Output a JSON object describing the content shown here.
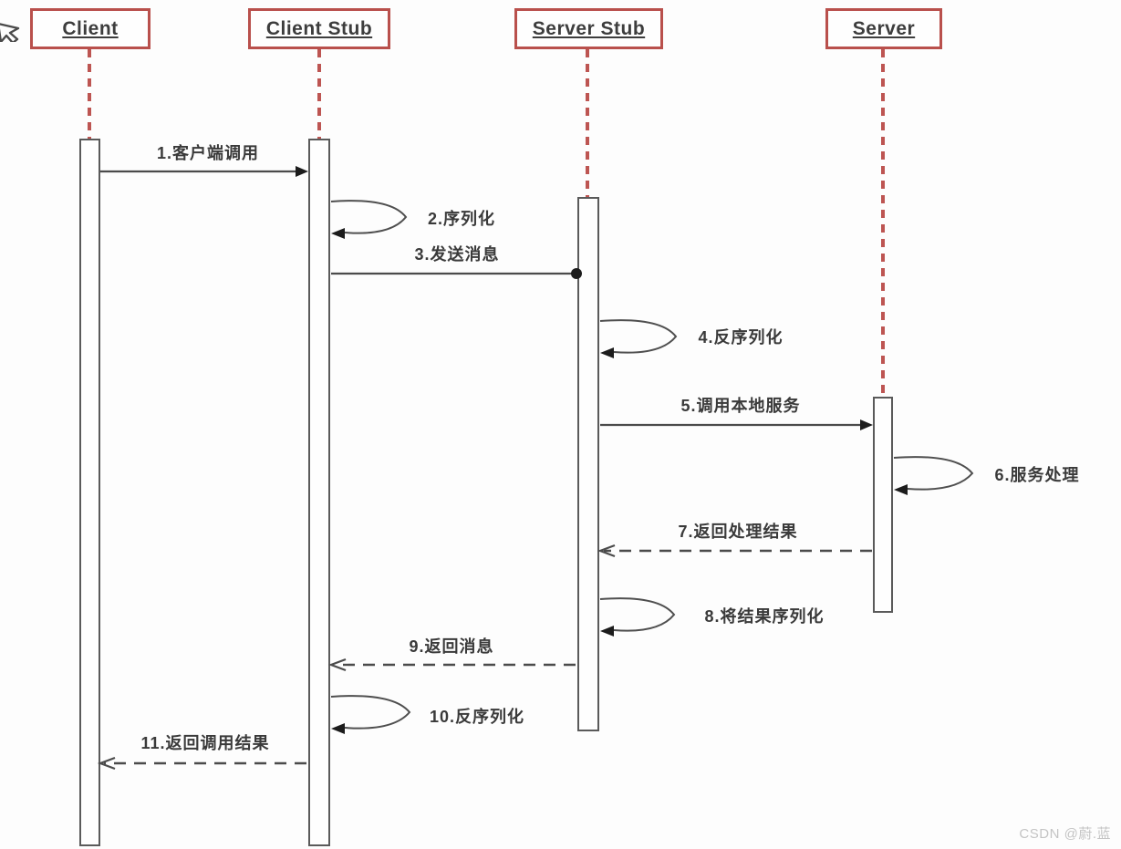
{
  "diagram": {
    "actors": [
      {
        "id": "client",
        "label": "Client"
      },
      {
        "id": "client-stub",
        "label": "Client Stub"
      },
      {
        "id": "server-stub",
        "label": "Server Stub"
      },
      {
        "id": "server",
        "label": "Server"
      }
    ],
    "messages": [
      {
        "num": 1,
        "text": "1.客户端调用",
        "type": "solid-call",
        "from": "Client",
        "to": "Client Stub"
      },
      {
        "num": 2,
        "text": "2.序列化",
        "type": "self-loop",
        "from": "Client Stub",
        "to": "Client Stub"
      },
      {
        "num": 3,
        "text": "3.发送消息",
        "type": "solid-call",
        "from": "Client Stub",
        "to": "Server Stub"
      },
      {
        "num": 4,
        "text": "4.反序列化",
        "type": "self-loop",
        "from": "Server Stub",
        "to": "Server Stub"
      },
      {
        "num": 5,
        "text": "5.调用本地服务",
        "type": "solid-call",
        "from": "Server Stub",
        "to": "Server"
      },
      {
        "num": 6,
        "text": "6.服务处理",
        "type": "self-loop",
        "from": "Server",
        "to": "Server"
      },
      {
        "num": 7,
        "text": "7.返回处理结果",
        "type": "dashed-return",
        "from": "Server",
        "to": "Server Stub"
      },
      {
        "num": 8,
        "text": "8.将结果序列化",
        "type": "self-loop",
        "from": "Server Stub",
        "to": "Server Stub"
      },
      {
        "num": 9,
        "text": "9.返回消息",
        "type": "dashed-return",
        "from": "Server Stub",
        "to": "Client Stub"
      },
      {
        "num": 10,
        "text": "10.反序列化",
        "type": "self-loop",
        "from": "Client Stub",
        "to": "Client Stub"
      },
      {
        "num": 11,
        "text": "11.返回调用结果",
        "type": "dashed-return",
        "from": "Client Stub",
        "to": "Client"
      }
    ]
  },
  "watermark": {
    "text": "CSDN @蔚.蓝"
  },
  "colors": {
    "actor_border": "#b9504c",
    "lifeline": "#bd5552",
    "arrow": "#4b4b4b",
    "label_text": "#3a3a3a",
    "watermark": "#c4c4c4",
    "background": "#fdfdfd"
  }
}
